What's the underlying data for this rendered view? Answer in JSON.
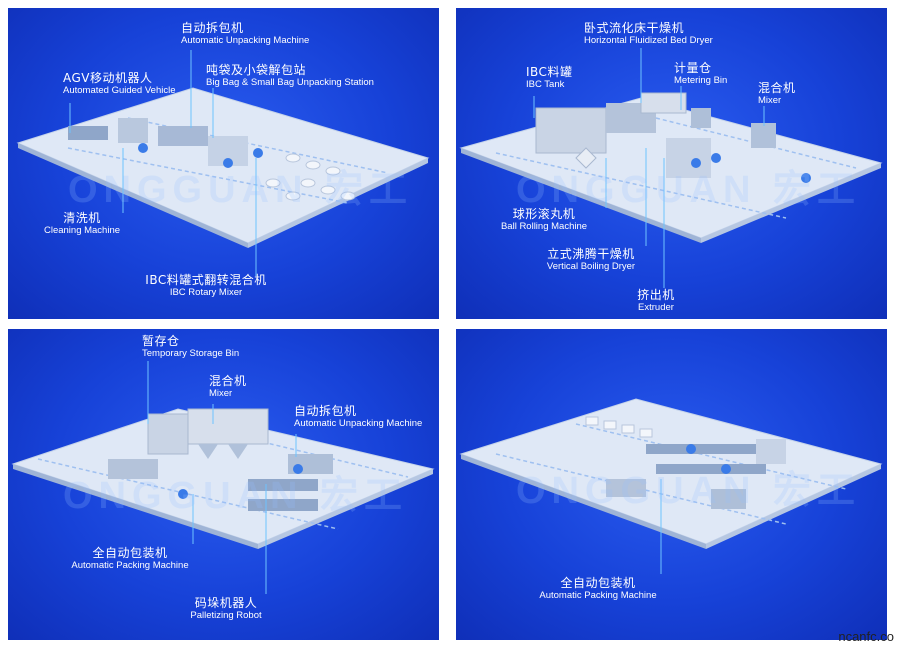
{
  "watermark": "ONGGUAN 宏工",
  "site": "ncanfc.co",
  "panels": [
    {
      "labels": [
        {
          "zh": "自动拆包机",
          "en": "Automatic Unpacking Machine"
        },
        {
          "zh": "AGV移动机器人",
          "en": "Automated Guided Vehicle"
        },
        {
          "zh": "吨袋及小袋解包站",
          "en": "Big Bag & Small Bag Unpacking Station"
        },
        {
          "zh": "清洗机",
          "en": "Cleaning Machine"
        },
        {
          "zh": "IBC料罐式翻转混合机",
          "en": "IBC Rotary Mixer"
        }
      ]
    },
    {
      "labels": [
        {
          "zh": "卧式流化床干燥机",
          "en": "Horizontal Fluidized Bed Dryer"
        },
        {
          "zh": "IBC料罐",
          "en": "IBC Tank"
        },
        {
          "zh": "计量仓",
          "en": "Metering Bin"
        },
        {
          "zh": "混合机",
          "en": "Mixer"
        },
        {
          "zh": "球形滚丸机",
          "en": "Ball Rolling Machine"
        },
        {
          "zh": "立式沸腾干燥机",
          "en": "Vertical Boiling Dryer"
        },
        {
          "zh": "挤出机",
          "en": "Extruder"
        }
      ]
    },
    {
      "labels": [
        {
          "zh": "暂存仓",
          "en": "Temporary Storage Bin"
        },
        {
          "zh": "混合机",
          "en": "Mixer"
        },
        {
          "zh": "自动拆包机",
          "en": "Automatic Unpacking Machine"
        },
        {
          "zh": "全自动包装机",
          "en": "Automatic Packing Machine"
        },
        {
          "zh": "码垛机器人",
          "en": "Palletizing Robot"
        }
      ]
    },
    {
      "labels": [
        {
          "zh": "全自动包装机",
          "en": "Automatic Packing Machine"
        }
      ]
    }
  ]
}
